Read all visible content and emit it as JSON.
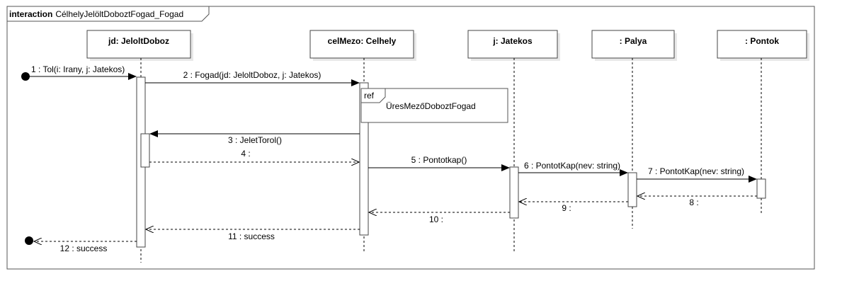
{
  "frame": {
    "keyword": "interaction",
    "name": "CélhelyJelöltDoboztFogad_Fogad"
  },
  "lifelines": [
    {
      "id": "jd",
      "label": "jd: JeloltDoboz"
    },
    {
      "id": "cel",
      "label": "celMezo: Celhely"
    },
    {
      "id": "j",
      "label": "j: Jatekos"
    },
    {
      "id": "palya",
      "label": ": Palya"
    },
    {
      "id": "pontok",
      "label": ": Pontok"
    }
  ],
  "ref": {
    "tag": "ref",
    "text": "ÜresMezőDoboztFogad"
  },
  "messages": [
    {
      "id": "m1",
      "text": "1 : Tol(i: Irany, j: Jatekos)",
      "kind": "found-call"
    },
    {
      "id": "m2",
      "text": "2 : Fogad(jd: JeloltDoboz, j: Jatekos)",
      "kind": "call"
    },
    {
      "id": "m3",
      "text": "3 : JeletTorol()",
      "kind": "call"
    },
    {
      "id": "m4",
      "text": "4 :",
      "kind": "return"
    },
    {
      "id": "m5",
      "text": "5 : Pontotkap()",
      "kind": "call"
    },
    {
      "id": "m6",
      "text": "6 : PontotKap(nev: string)",
      "kind": "call"
    },
    {
      "id": "m7",
      "text": "7 : PontotKap(nev: string)",
      "kind": "call"
    },
    {
      "id": "m8",
      "text": "8 :",
      "kind": "return"
    },
    {
      "id": "m9",
      "text": "9 :",
      "kind": "return"
    },
    {
      "id": "m10",
      "text": "10 :",
      "kind": "return"
    },
    {
      "id": "m11",
      "text": "11 : success",
      "kind": "return"
    },
    {
      "id": "m12",
      "text": "12 : success",
      "kind": "lost-return"
    }
  ]
}
